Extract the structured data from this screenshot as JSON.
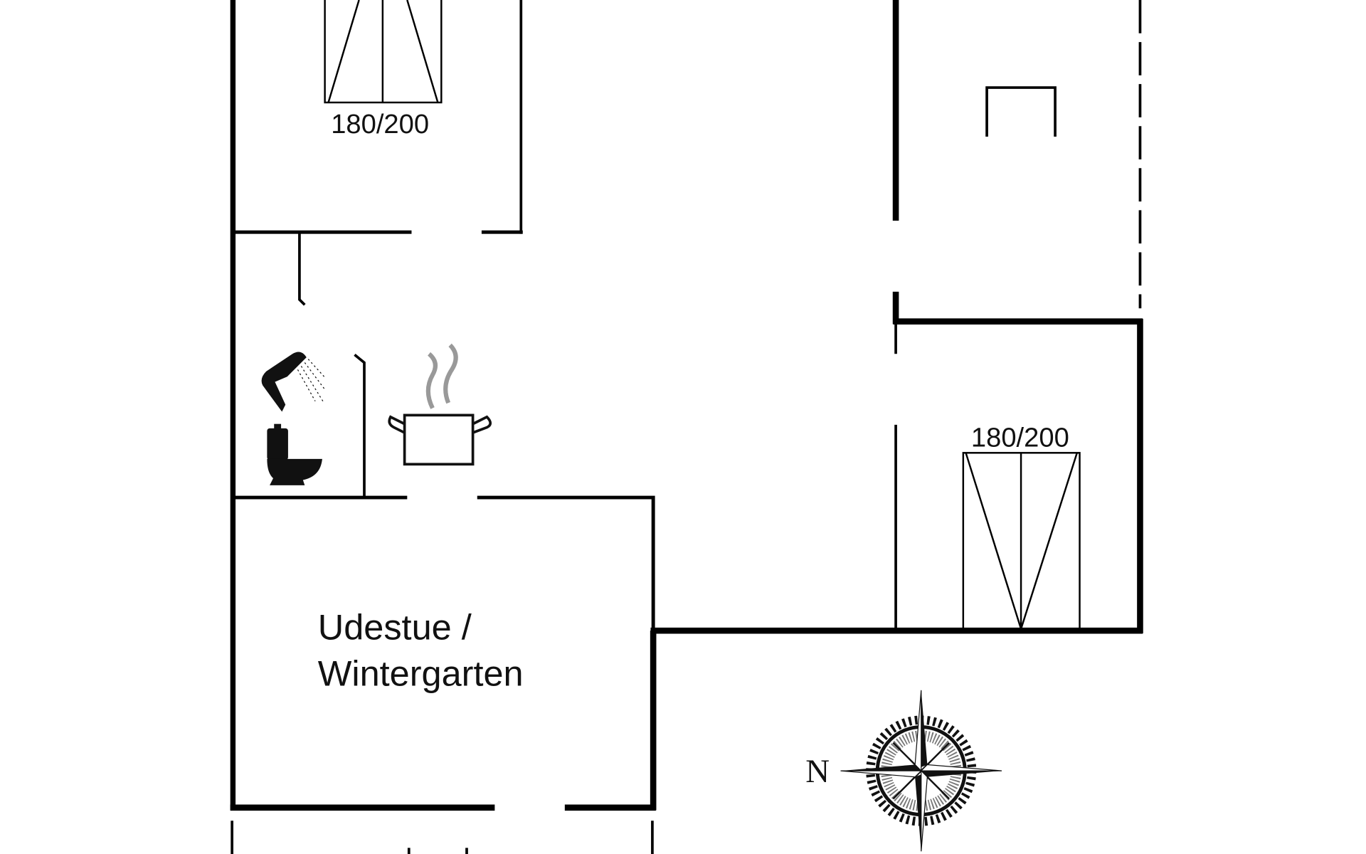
{
  "floorplan": {
    "bed_top_label": "180/200",
    "bed_right_label": "180/200",
    "room_label_line1": "Udestue /",
    "room_label_line2": "Wintergarten",
    "compass_north": "N",
    "colors": {
      "wall": "#000000",
      "background": "#ffffff",
      "steam": "#999999"
    }
  }
}
